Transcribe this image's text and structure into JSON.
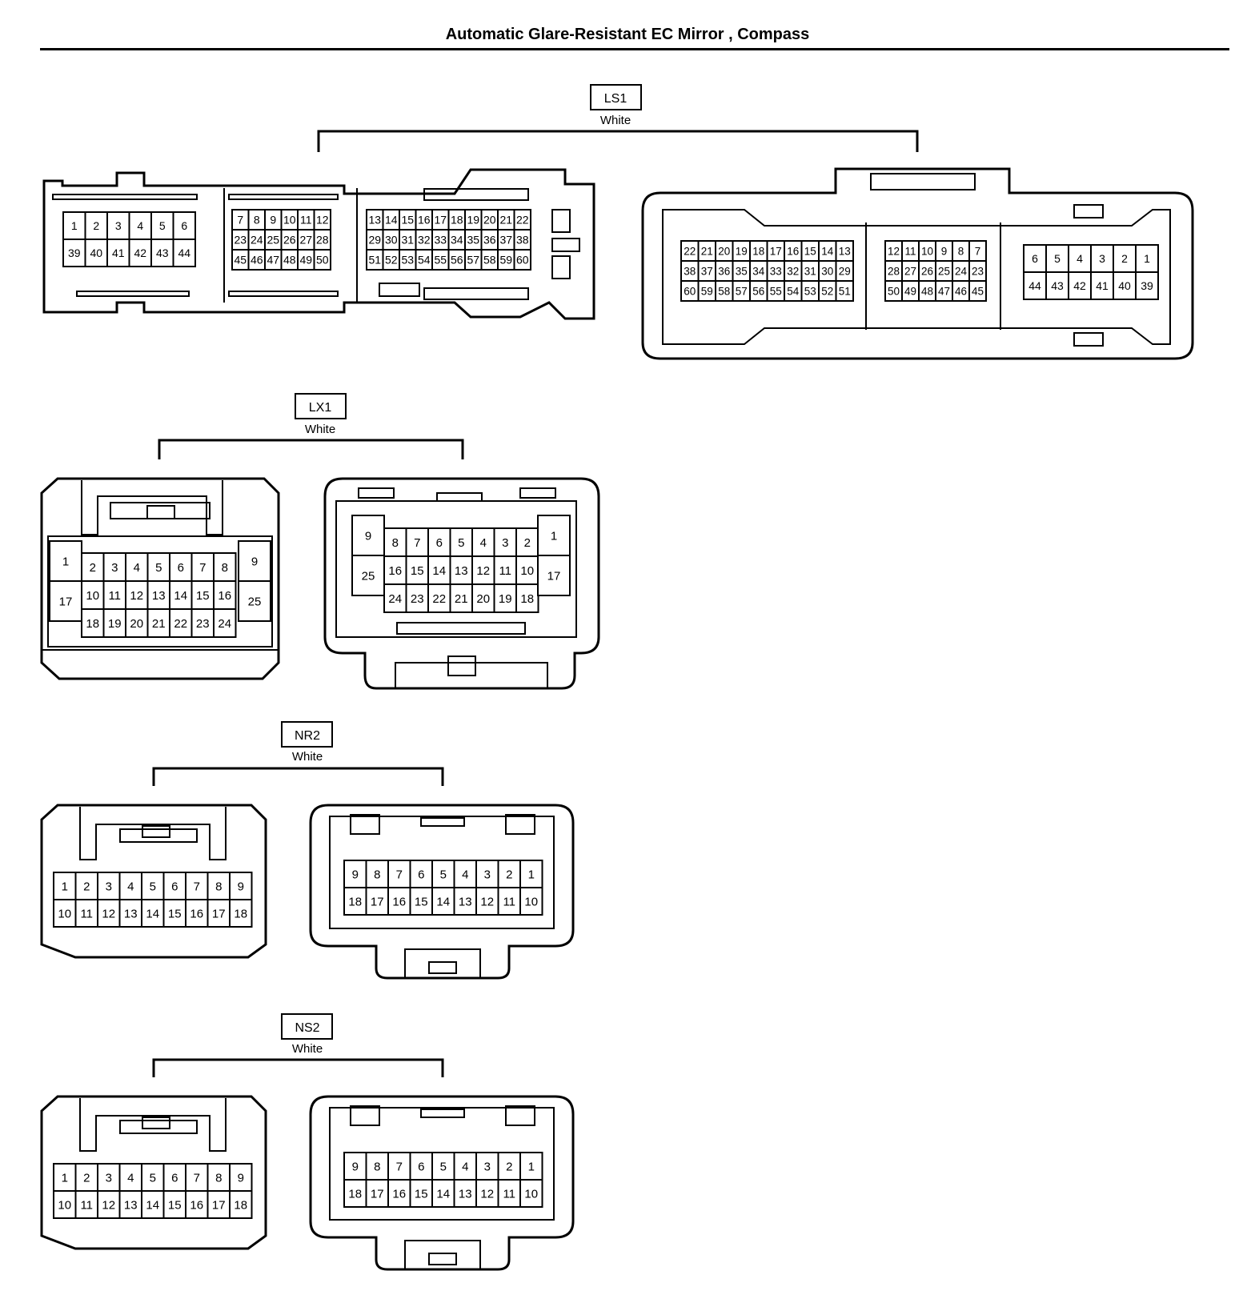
{
  "title": "Automatic Glare-Resistant EC Mirror , Compass",
  "connectors": {
    "ls1": {
      "label": "LS1",
      "color": "White",
      "left_view": {
        "block_a": {
          "rows": [
            [
              "1",
              "2",
              "3",
              "4",
              "5",
              "6"
            ],
            [
              "39",
              "40",
              "41",
              "42",
              "43",
              "44"
            ]
          ]
        },
        "block_b": {
          "rows": [
            [
              "7",
              "8",
              "9",
              "10",
              "11",
              "12"
            ],
            [
              "23",
              "24",
              "25",
              "26",
              "27",
              "28"
            ],
            [
              "45",
              "46",
              "47",
              "48",
              "49",
              "50"
            ]
          ]
        },
        "block_c": {
          "rows": [
            [
              "13",
              "14",
              "15",
              "16",
              "17",
              "18",
              "19",
              "20",
              "21",
              "22"
            ],
            [
              "29",
              "30",
              "31",
              "32",
              "33",
              "34",
              "35",
              "36",
              "37",
              "38"
            ],
            [
              "51",
              "52",
              "53",
              "54",
              "55",
              "56",
              "57",
              "58",
              "59",
              "60"
            ]
          ]
        }
      },
      "right_view": {
        "block_a": {
          "rows": [
            [
              "22",
              "21",
              "20",
              "19",
              "18",
              "17",
              "16",
              "15",
              "14",
              "13"
            ],
            [
              "38",
              "37",
              "36",
              "35",
              "34",
              "33",
              "32",
              "31",
              "30",
              "29"
            ],
            [
              "60",
              "59",
              "58",
              "57",
              "56",
              "55",
              "54",
              "53",
              "52",
              "51"
            ]
          ]
        },
        "block_b": {
          "rows": [
            [
              "12",
              "11",
              "10",
              "9",
              "8",
              "7"
            ],
            [
              "28",
              "27",
              "26",
              "25",
              "24",
              "23"
            ],
            [
              "50",
              "49",
              "48",
              "47",
              "46",
              "45"
            ]
          ]
        },
        "block_c": {
          "rows": [
            [
              "6",
              "5",
              "4",
              "3",
              "2",
              "1"
            ],
            [
              "44",
              "43",
              "42",
              "41",
              "40",
              "39"
            ]
          ]
        }
      }
    },
    "lx1": {
      "label": "LX1",
      "color": "White",
      "left_view": {
        "side_left": [
          "1",
          "17"
        ],
        "side_right": [
          "9",
          "25"
        ],
        "rows": [
          [
            "2",
            "3",
            "4",
            "5",
            "6",
            "7",
            "8"
          ],
          [
            "10",
            "11",
            "12",
            "13",
            "14",
            "15",
            "16"
          ],
          [
            "18",
            "19",
            "20",
            "21",
            "22",
            "23",
            "24"
          ]
        ]
      },
      "right_view": {
        "side_left": [
          "9",
          "25"
        ],
        "side_right": [
          "1",
          "17"
        ],
        "rows": [
          [
            "8",
            "7",
            "6",
            "5",
            "4",
            "3",
            "2"
          ],
          [
            "16",
            "15",
            "14",
            "13",
            "12",
            "11",
            "10"
          ],
          [
            "24",
            "23",
            "22",
            "21",
            "20",
            "19",
            "18"
          ]
        ]
      }
    },
    "nr2": {
      "label": "NR2",
      "color": "White",
      "left_view": {
        "rows": [
          [
            "1",
            "2",
            "3",
            "4",
            "5",
            "6",
            "7",
            "8",
            "9"
          ],
          [
            "10",
            "11",
            "12",
            "13",
            "14",
            "15",
            "16",
            "17",
            "18"
          ]
        ]
      },
      "right_view": {
        "rows": [
          [
            "9",
            "8",
            "7",
            "6",
            "5",
            "4",
            "3",
            "2",
            "1"
          ],
          [
            "18",
            "17",
            "16",
            "15",
            "14",
            "13",
            "12",
            "11",
            "10"
          ]
        ]
      }
    },
    "ns2": {
      "label": "NS2",
      "color": "White",
      "left_view": {
        "rows": [
          [
            "1",
            "2",
            "3",
            "4",
            "5",
            "6",
            "7",
            "8",
            "9"
          ],
          [
            "10",
            "11",
            "12",
            "13",
            "14",
            "15",
            "16",
            "17",
            "18"
          ]
        ]
      },
      "right_view": {
        "rows": [
          [
            "9",
            "8",
            "7",
            "6",
            "5",
            "4",
            "3",
            "2",
            "1"
          ],
          [
            "18",
            "17",
            "16",
            "15",
            "14",
            "13",
            "12",
            "11",
            "10"
          ]
        ]
      }
    }
  }
}
